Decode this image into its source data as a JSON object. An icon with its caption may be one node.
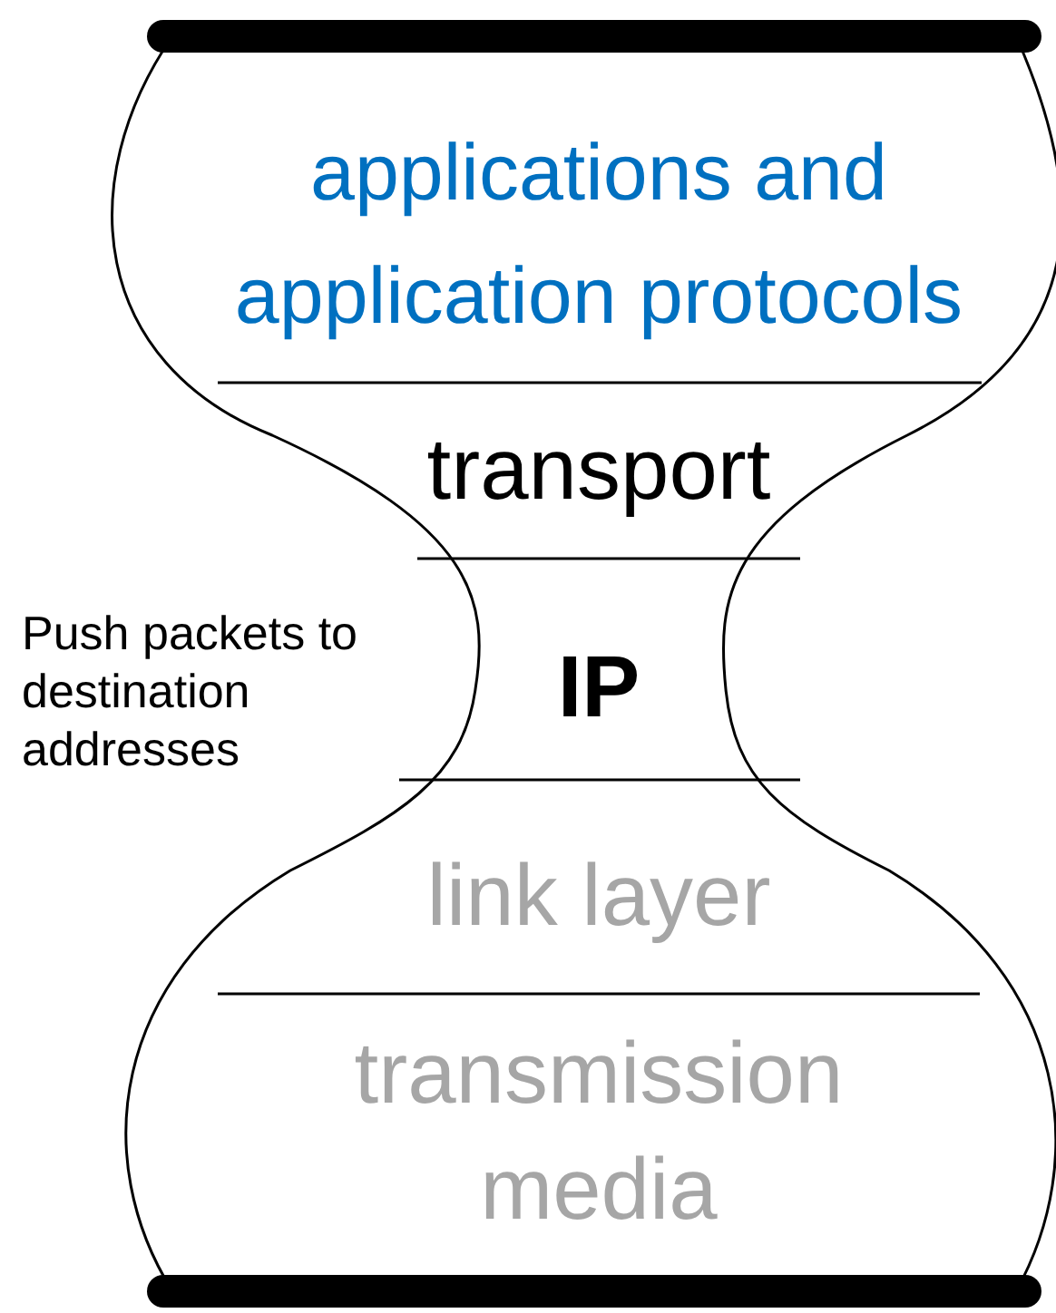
{
  "diagram": {
    "nodes": [
      {
        "text": [
          "applications and application protocols"
        ]
      },
      {
        "text": [
          "transport"
        ]
      },
      {
        "text": [
          "IP"
        ]
      },
      {
        "text": [
          "link layer"
        ]
      },
      {
        "text": [
          "transmission media"
        ]
      }
    ],
    "labels": [
      "Push packets to destination addresses"
    ]
  }
}
